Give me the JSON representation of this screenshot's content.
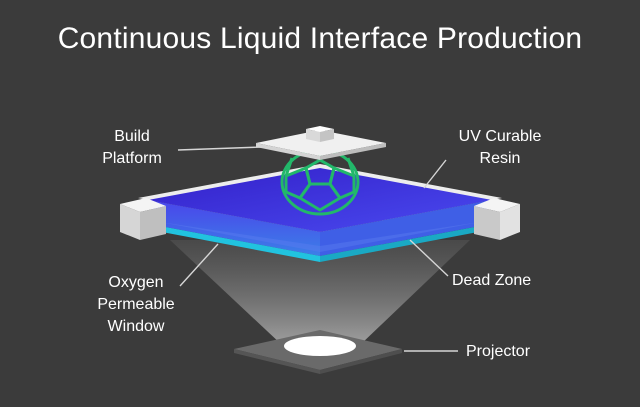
{
  "title": "Continuous Liquid Interface Production",
  "labels": {
    "build_platform": [
      "Build",
      "Platform"
    ],
    "uv_resin": [
      "UV Curable",
      "Resin"
    ],
    "oxygen_window": [
      "Oxygen",
      "Permeable",
      "Window"
    ],
    "dead_zone": "Dead Zone",
    "projector": "Projector"
  },
  "colors": {
    "background": "#3b3b3b",
    "resin": "#3b2fd9",
    "dead_zone": "#27c6e0",
    "part_outline": "#22b86a",
    "platform": "#e9e9e9"
  }
}
